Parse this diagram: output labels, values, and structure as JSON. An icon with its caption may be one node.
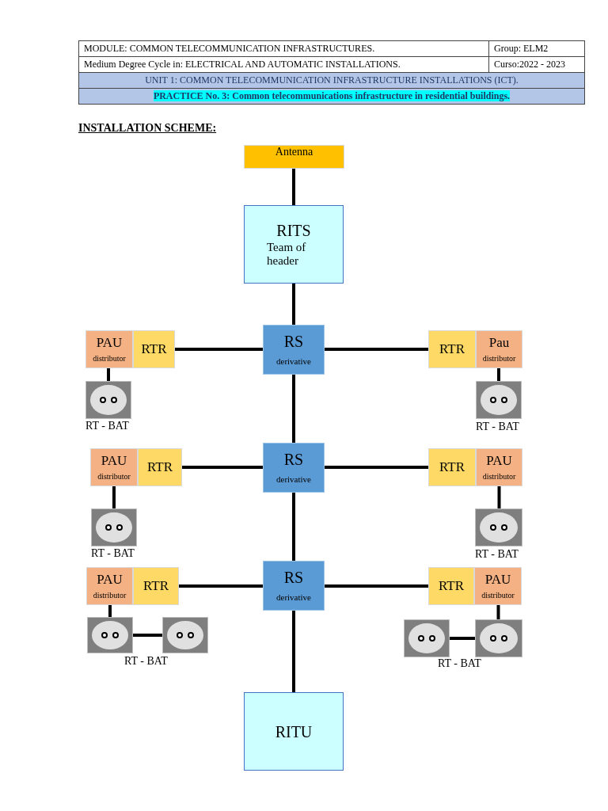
{
  "diagram": {
    "nodes": [
      {
        "text": [
          "Antenna"
        ]
      },
      {
        "text": [
          "RITS",
          "Team of header"
        ]
      },
      {
        "text": [
          "RS",
          "derivative"
        ]
      },
      {
        "text": [
          "RTR"
        ]
      },
      {
        "text": [
          "PAU",
          "distributor"
        ]
      },
      {
        "text": [],
        "shape": "socket",
        "beside": [
          "RT - BAT"
        ]
      },
      {
        "text": [
          "RTR"
        ]
      },
      {
        "text": [
          "Pau",
          "distributor"
        ]
      },
      {
        "text": [],
        "shape": "socket",
        "beside": [
          "RT - BAT"
        ]
      },
      {
        "text": [
          "RS",
          "derivative"
        ]
      },
      {
        "text": [
          "RTR"
        ]
      },
      {
        "text": [
          "PAU",
          "distributor"
        ]
      },
      {
        "text": [],
        "shape": "socket",
        "beside": [
          "RT - BAT"
        ]
      },
      {
        "text": [
          "RTR"
        ]
      },
      {
        "text": [
          "PAU",
          "distributor"
        ]
      },
      {
        "text": [],
        "shape": "socket",
        "beside": [
          "RT - BAT"
        ]
      },
      {
        "text": [
          "RS",
          "derivative"
        ]
      },
      {
        "text": [
          "RTR"
        ]
      },
      {
        "text": [
          "PAU",
          "distributor"
        ]
      },
      {
        "text": [],
        "shape": "socket",
        "beside": [
          "RT - BAT"
        ]
      },
      {
        "text": [],
        "shape": "socket"
      },
      {
        "text": [
          "RTR"
        ]
      },
      {
        "text": [
          "PAU",
          "distributor"
        ]
      },
      {
        "text": [],
        "shape": "socket"
      },
      {
        "text": [],
        "shape": "socket",
        "beside": [
          "RT - BAT"
        ]
      },
      {
        "text": [
          "RITU"
        ]
      }
    ],
    "edges": [
      {
        "from": 0,
        "to": 1,
        "arrow": "none"
      },
      {
        "from": 1,
        "to": 2,
        "arrow": "none"
      },
      {
        "from": 2,
        "to": 3,
        "arrow": "none"
      },
      {
        "from": 2,
        "to": 6,
        "arrow": "none"
      },
      {
        "from": 4,
        "to": 5,
        "arrow": "none"
      },
      {
        "from": 7,
        "to": 8,
        "arrow": "none"
      },
      {
        "from": 2,
        "to": 9,
        "arrow": "none"
      },
      {
        "from": 9,
        "to": 10,
        "arrow": "none"
      },
      {
        "from": 9,
        "to": 13,
        "arrow": "none"
      },
      {
        "from": 11,
        "to": 12,
        "arrow": "none"
      },
      {
        "from": 14,
        "to": 15,
        "arrow": "none"
      },
      {
        "from": 9,
        "to": 16,
        "arrow": "none"
      },
      {
        "from": 16,
        "to": 17,
        "arrow": "none"
      },
      {
        "from": 16,
        "to": 21,
        "arrow": "none"
      },
      {
        "from": 18,
        "to": 19,
        "arrow": "none"
      },
      {
        "from": 19,
        "to": 20,
        "arrow": "none"
      },
      {
        "from": 22,
        "to": 24,
        "arrow": "none"
      },
      {
        "from": 23,
        "to": 24,
        "arrow": "none"
      },
      {
        "from": 16,
        "to": 25,
        "arrow": "none"
      }
    ],
    "labels": [
      "MODULE: COMMON TELECOMMUNICATION INFRASTRUCTURES.",
      "Group: ELM2",
      "Medium Degree Cycle in: ELECTRICAL AND AUTOMATIC INSTALLATIONS.",
      "Curso:2022 - 2023",
      "UNIT 1: COMMON TELECOMMUNICATION INFRASTRUCTURE INSTALLATIONS (ICT).",
      "PRACTICE No. 3: Common telecommunications infrastructure in residential buildings.",
      "INSTALLATION SCHEME:"
    ]
  }
}
